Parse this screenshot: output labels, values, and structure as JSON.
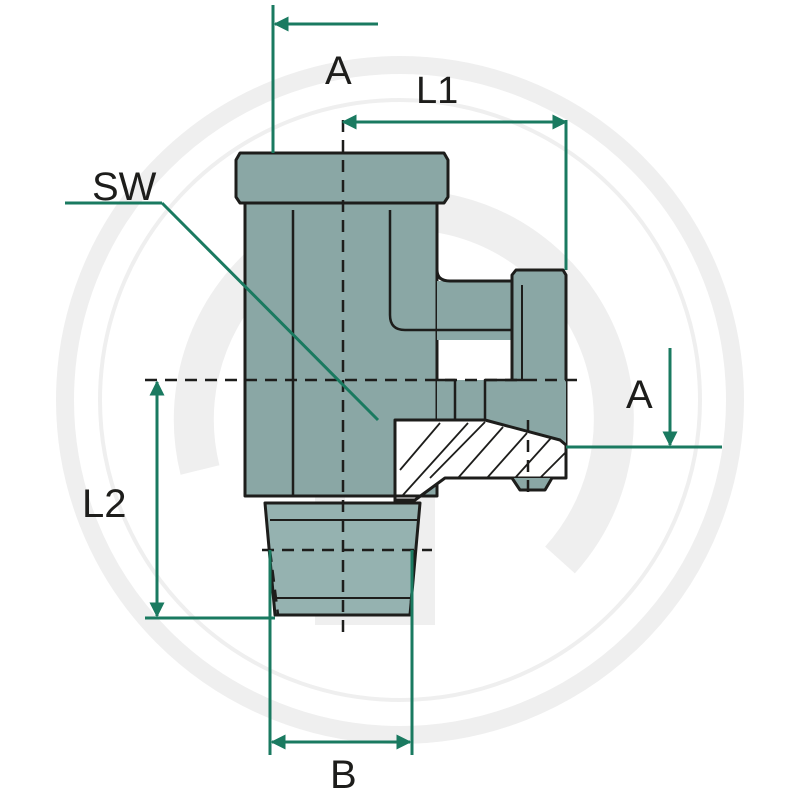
{
  "labels": {
    "a_top": "A",
    "l1": "L1",
    "sw": "SW",
    "a_right": "A",
    "l2": "L2",
    "b": "B"
  },
  "colors": {
    "body_fill": "#8aa7a5",
    "body_light": "#95b2b0",
    "dimension_green": "#1a7a60",
    "outline": "#1d1d1b",
    "text": "#1d1d1b",
    "watermark": "#efefef"
  }
}
